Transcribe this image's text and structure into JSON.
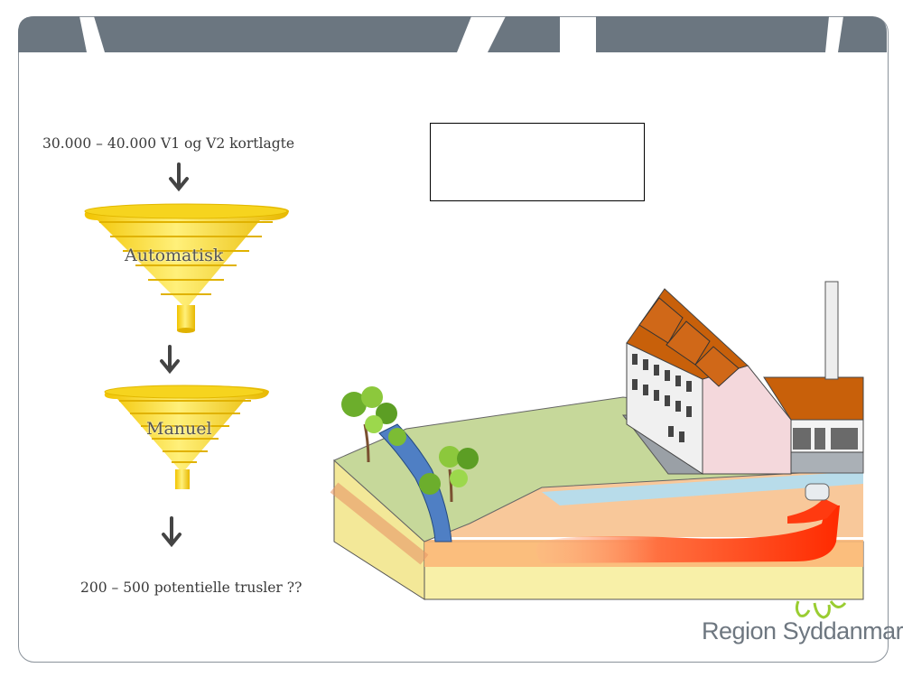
{
  "funnel": {
    "top_text": "30.000 – 40.000 V1 og V2 kortlagte",
    "stage1_label": "Automatisk",
    "stage2_label": "Manuel",
    "bottom_text": "200 – 500 potentielle trusler ??"
  },
  "brand": {
    "name": "Region Syddanmark",
    "logo_icon": "region-logo-icon"
  },
  "colors": {
    "header": "#6b7680",
    "funnel": "#f5d21a",
    "pollution": "#ff3a10",
    "grass": "#c6d89a",
    "soil": "#f8c89a",
    "water": "#4f7fc4"
  }
}
